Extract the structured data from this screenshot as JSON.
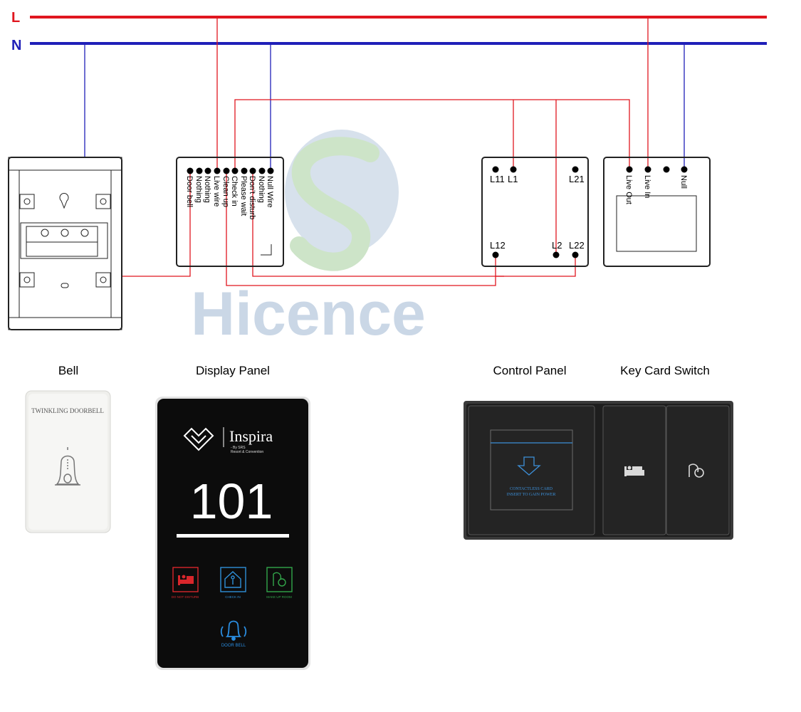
{
  "rails": {
    "live": "L",
    "neutral": "N"
  },
  "watermark": "Hicence",
  "display_terminals": [
    "Door bell",
    "Nothing",
    "Nothing",
    "Live wire",
    "Clean up",
    "Check in",
    "Please wait",
    "Don't disturb",
    "Nothing",
    "Null Wire"
  ],
  "control_panel_terminals": {
    "l1_1": "L11",
    "l1": "L1",
    "l2_1": "L21",
    "l1_2": "L12",
    "l2": "L2",
    "l2_2": "L22"
  },
  "key_card_terminals": [
    "Live Out",
    "Live In",
    "",
    "Null"
  ],
  "captions": {
    "bell": "Bell",
    "display": "Display Panel",
    "control": "Control Panel",
    "keycard": "Key Card Switch"
  },
  "bell_product": {
    "brand": "TWINKLING DOORBELL",
    "icon": "bell-icon"
  },
  "display_product": {
    "logo_icon": "diamond-logo-icon",
    "brand": "Inspira",
    "tagline1": "- By SRS",
    "tagline2": "Resort & Convention",
    "room": "101",
    "buttons": [
      {
        "label": "DO NOT DISTURB",
        "icon": "bed-icon",
        "color": "#d8262b"
      },
      {
        "label": "CHECK IN",
        "icon": "house-person-icon",
        "color": "#2f8fd8"
      },
      {
        "label": "MAKE UP ROOM",
        "icon": "vacuum-icon",
        "color": "#32a64a"
      }
    ],
    "doorbell": {
      "label": "DOOR BELL",
      "icon": "bell-icon",
      "color": "#2a8de0"
    }
  },
  "control_product": {
    "card_text_1": "CONTACTLESS CARD",
    "card_text_2": "INSERT TO GAIN POWER",
    "arrow_icon": "down-arrow-icon",
    "button_icons": [
      "bed-icon",
      "vacuum-icon"
    ]
  },
  "colors": {
    "live": "#e0161f",
    "neutral": "#1f1fb8",
    "signal": "#e0161f",
    "device_outline": "#222222",
    "watermark_blue": "#9fb7d3",
    "watermark_green": "#a6cf9c"
  }
}
